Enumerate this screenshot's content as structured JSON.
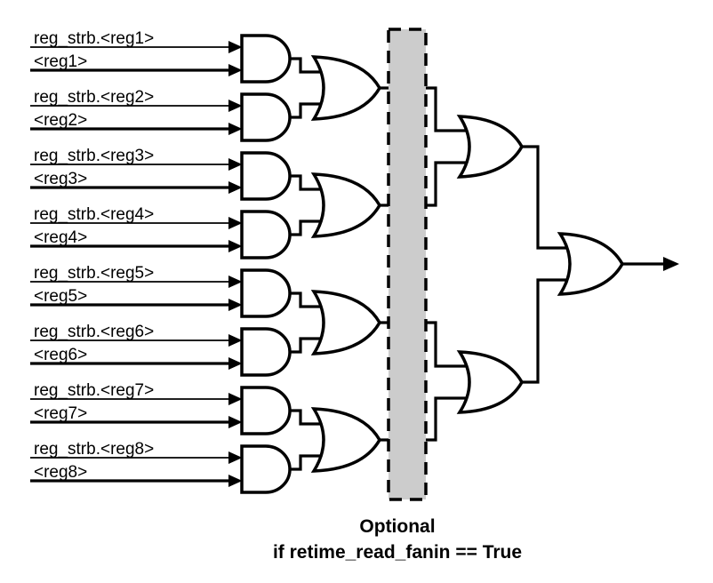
{
  "circuit": {
    "inputs": [
      {
        "strobe": "reg_strb.<reg1>",
        "reg": "<reg1>"
      },
      {
        "strobe": "reg_strb.<reg2>",
        "reg": "<reg2>"
      },
      {
        "strobe": "reg_strb.<reg3>",
        "reg": "<reg3>"
      },
      {
        "strobe": "reg_strb.<reg4>",
        "reg": "<reg4>"
      },
      {
        "strobe": "reg_strb.<reg5>",
        "reg": "<reg5>"
      },
      {
        "strobe": "reg_strb.<reg6>",
        "reg": "<reg6>"
      },
      {
        "strobe": "reg_strb.<reg7>",
        "reg": "<reg7>"
      },
      {
        "strobe": "reg_strb.<reg8>",
        "reg": "<reg8>"
      }
    ],
    "optional_region": {
      "caption_line1": "Optional",
      "caption_line2": "if retime_read_fanin == True"
    },
    "colors": {
      "wire": "#000000",
      "gate_fill": "#ffffff",
      "optional_band_fill": "#cccccc",
      "text": "#000000",
      "background": "#ffffff"
    }
  }
}
